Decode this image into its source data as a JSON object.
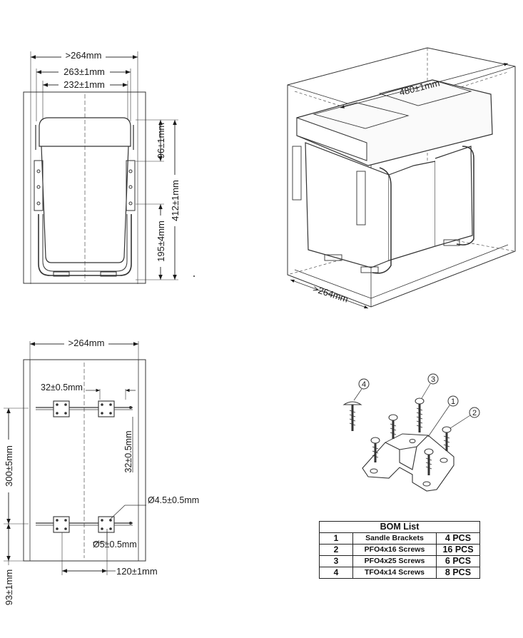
{
  "front_view": {
    "width_outer": ">264mm",
    "width_frame": "263±1mm",
    "width_bin": "232±1mm",
    "height_upper": "96±1mm",
    "height_total": "412±1mm",
    "height_lower": "195±4mm"
  },
  "iso_view": {
    "depth": "480±1mm",
    "width": ">264mm"
  },
  "mounting_view": {
    "width": ">264mm",
    "bracket_spacing": "32±0.5mm",
    "hole_vertical": "32±0.5mm",
    "rail_spacing": "300±5mm",
    "hole_diameter_large": "Ø4.5±0.5mm",
    "hole_diameter_small": "Ø5±0.5mm",
    "bracket_offset": "120±1mm",
    "bottom_offset": "93±1mm"
  },
  "parts_callouts": [
    "1",
    "2",
    "3",
    "4"
  ],
  "bom": {
    "title": "BOM List",
    "rows": [
      {
        "no": "1",
        "name": "Sandle Brackets",
        "qty": "4 PCS"
      },
      {
        "no": "2",
        "name": "PFO4x16 Screws",
        "qty": "16 PCS"
      },
      {
        "no": "3",
        "name": "PFO4x25 Screws",
        "qty": "6 PCS"
      },
      {
        "no": "4",
        "name": "TFO4x14 Screws",
        "qty": "8 PCS"
      }
    ]
  }
}
